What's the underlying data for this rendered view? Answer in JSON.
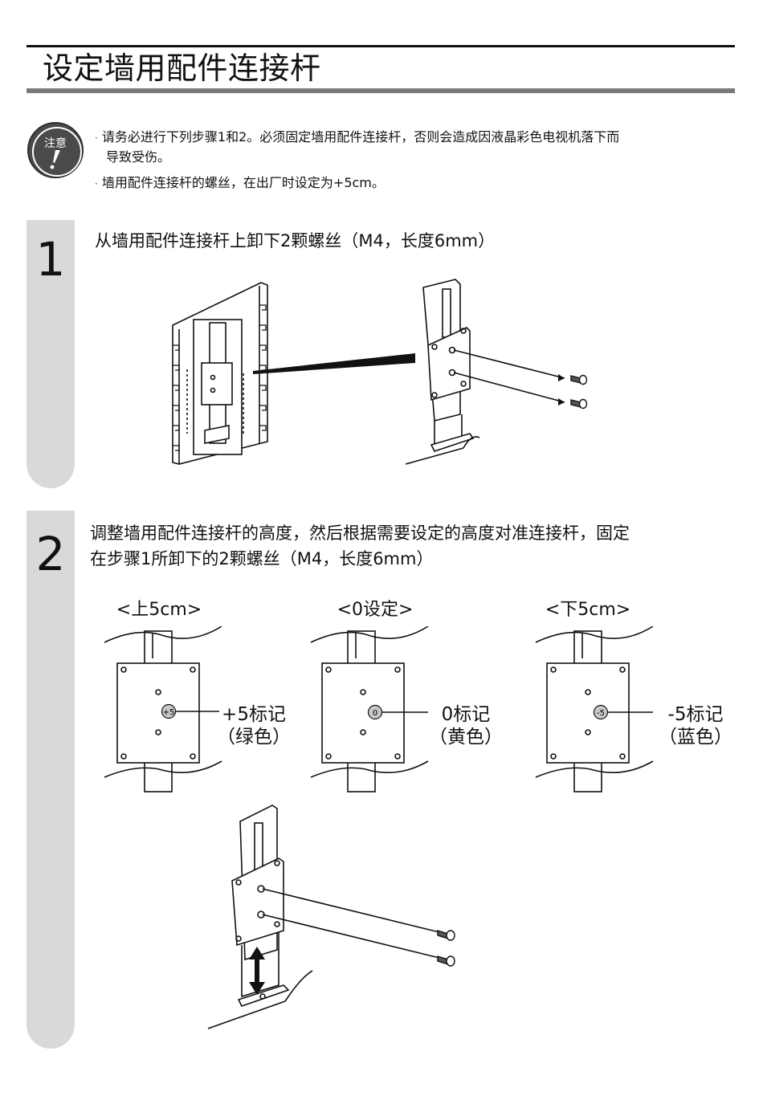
{
  "header": {
    "title": "设定墙用配件连接杆"
  },
  "caution": {
    "badge_label": "注意",
    "badge_icon": "exclamation-pencil-icon",
    "notes": [
      "请务必进行下列步骤1和2。必须固定墙用配件连接杆，否则会造成因液晶彩色电视机落下而",
      "导致受伤。",
      "墙用配件连接杆的螺丝，在出厂时设定为+5cm。"
    ]
  },
  "steps": [
    {
      "number": "1",
      "text": "从墙用配件连接杆上卸下2颗螺丝（M4，长度6mm）"
    },
    {
      "number": "2",
      "text_line1": "调整墙用配件连接杆的高度，然后根据需要设定的高度对准连接杆，固定",
      "text_line2": "在步骤1所卸下的2颗螺丝（M4，长度6mm）"
    }
  ],
  "positions": [
    {
      "label": "<上5cm>",
      "mark_text": "+5",
      "callout_line1": "+5标记",
      "callout_line2": "（绿色）"
    },
    {
      "label": "<0设定>",
      "mark_text": "0",
      "callout_line1": "0标记",
      "callout_line2": "（黄色）"
    },
    {
      "label": "<下5cm>",
      "mark_text": "-5",
      "callout_line1": "-5标记",
      "callout_line2": "（蓝色）"
    }
  ],
  "colors": {
    "band": "#d9d9d9",
    "title_rule": "#7a7a7a",
    "badge": "#4a4a4a",
    "mark_fill": "#c8c8c8"
  }
}
